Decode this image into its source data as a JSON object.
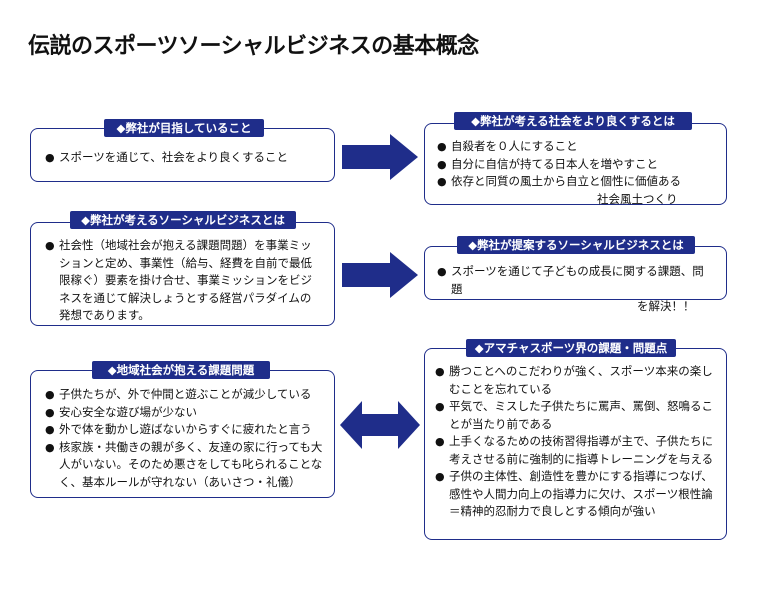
{
  "page_title": "伝説のスポーツソーシャルビジネスの基本概念",
  "bullet": "●",
  "boxes": {
    "mission": {
      "label": "◆弊社が目指していること",
      "items": [
        "スポーツを通じて、社会をより良くすること"
      ]
    },
    "better_society": {
      "label": "◆弊社が考える社会をより良くするとは",
      "items": [
        "自殺者を０人にすること",
        "自分に自信が持てる日本人を増やすこと",
        "依存と同質の風土から自立と個性に価値ある"
      ],
      "tail": "社会風土つくり"
    },
    "social_business": {
      "label": "◆弊社が考えるソーシャルビジネスとは",
      "items": [
        "社会性（地域社会が抱える課題問題）を事業ミッションと定め、事業性（給与、経費を自前で最低限稼ぐ）要素を掛け合せ、事業ミッションをビジネスを通じて解決しょうとする経営パラダイムの発想であります。"
      ]
    },
    "proposal": {
      "label": "◆弊社が提案するソーシャルビジネスとは",
      "items": [
        "スポーツを通じて子どもの成長に関する課題、問題"
      ],
      "tail": "を解決！！"
    },
    "community": {
      "label": "◆地域社会が抱える課題問題",
      "items": [
        "子供たちが、外で仲間と遊ぶことが減少している",
        "安心安全な遊び場が少ない",
        "外で体を動かし遊ばないからすぐに疲れたと言う",
        "核家族・共働きの親が多く、友達の家に行っても大人がいない。そのため悪さをしても叱られることなく、基本ルールが守れない（あいさつ・礼儀）"
      ]
    },
    "amateur": {
      "label": "◆アマチャスポーツ界の課題・問題点",
      "items": [
        "勝つことへのこだわりが強く、スポーツ本来の楽しむことを忘れている",
        "平気で、ミスした子供たちに罵声、罵倒、怒鳴ることが当たり前である",
        "上手くなるための技術習得指導が主で、子供たちに考えさせる前に強制的に指導トレーニングを与える",
        "子供の主体性、創造性を豊かにする指導につなげ、感性や人間力向上の指導力に欠け、スポーツ根性論＝精神的忍耐力で良しとする傾向が強い"
      ]
    }
  },
  "colors": {
    "navy": "#1f2d8a",
    "text": "#111111",
    "background": "#ffffff"
  },
  "arrows": [
    "right-arrow",
    "right-arrow",
    "double-arrow"
  ]
}
